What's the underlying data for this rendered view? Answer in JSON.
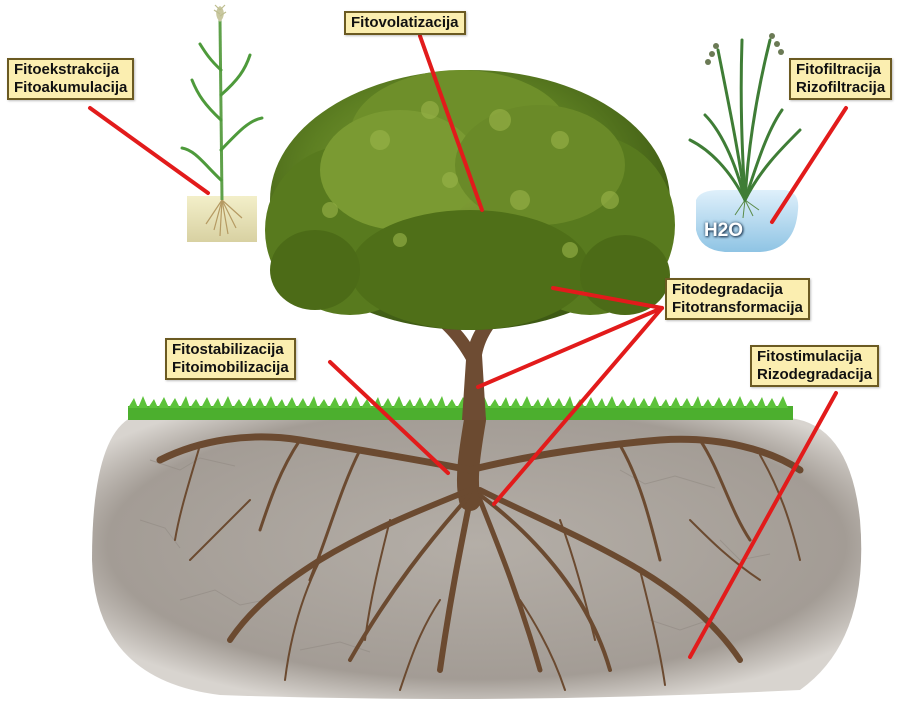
{
  "labels": {
    "fitovolatizacija": {
      "line1": "Fitovolatizacija"
    },
    "fitoekstrakcija": {
      "line1": "Fitoekstrakcija",
      "line2": "Fitoakumulacija"
    },
    "fitofiltracija": {
      "line1": "Fitofiltracija",
      "line2": "Rizofiltracija"
    },
    "fitodegradacija": {
      "line1": "Fitodegradacija",
      "line2": "Fitotransformacija"
    },
    "fitostabilizacija": {
      "line1": "Fitostabilizacija",
      "line2": "Fitoimobilizacija"
    },
    "fitostimulacija": {
      "line1": "Fitostimulacija",
      "line2": "Rizodegradacija"
    }
  },
  "water_label": "H2O",
  "colors": {
    "pointer": "#e21b1b",
    "label_fill": "#fbeeb0",
    "label_border": "#6b5a22",
    "soil": "#a8a29b",
    "grass": "#4caf2e",
    "canopy": "#5d7f22",
    "trunk": "#6e4c33",
    "roots": "#6b4a30",
    "water": "#b9dcf0"
  },
  "icons": [
    "tree",
    "roots",
    "soil",
    "grass",
    "wheat-plant",
    "aquatic-plant",
    "water"
  ]
}
